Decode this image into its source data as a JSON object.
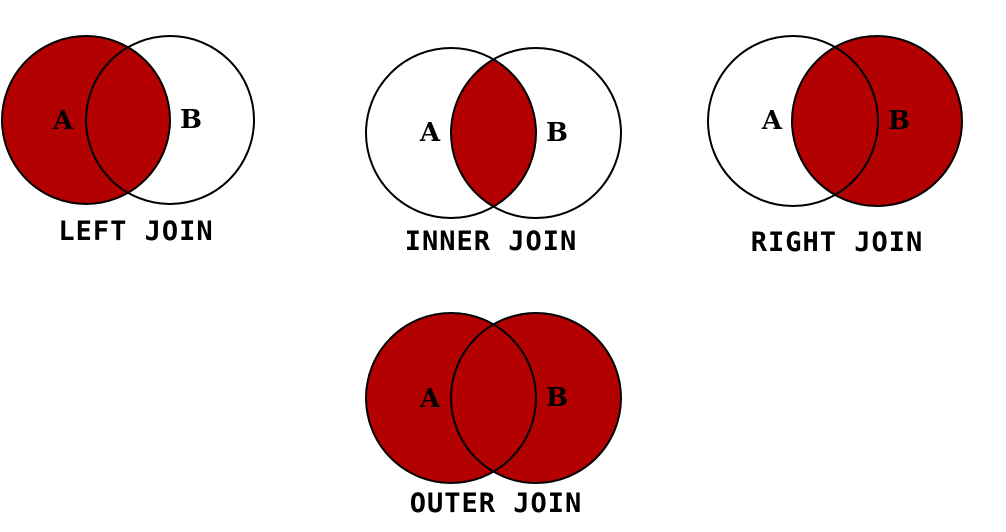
{
  "colors": {
    "fill": "#B30000",
    "stroke": "#000000",
    "background": "#FFFFFF"
  },
  "diagrams": [
    {
      "caption": "LEFT JOIN",
      "set_a": "A",
      "set_b": "B",
      "shaded": [
        "a_only",
        "intersection"
      ]
    },
    {
      "caption": "INNER JOIN",
      "set_a": "A",
      "set_b": "B",
      "shaded": [
        "intersection"
      ]
    },
    {
      "caption": "RIGHT JOIN",
      "set_a": "A",
      "set_b": "B",
      "shaded": [
        "intersection",
        "b_only"
      ]
    },
    {
      "caption": "OUTER JOIN",
      "set_a": "A",
      "set_b": "B",
      "shaded": [
        "a_only",
        "intersection",
        "b_only"
      ]
    }
  ]
}
